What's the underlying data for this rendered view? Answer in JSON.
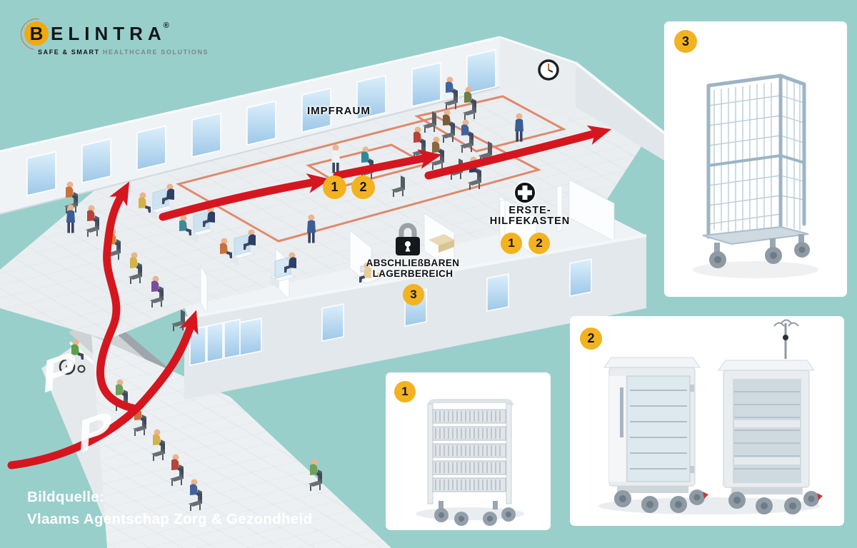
{
  "colors": {
    "background": "#98cfcb",
    "arrow_red": "#d6161f",
    "badge_yellow": "#f3b220",
    "zone_outline_orange": "#df7f5e"
  },
  "logo": {
    "letter_b": "B",
    "wordmark_rest": "ELINTRA",
    "registered": "®",
    "tagline_bold": "SAFE & SMART",
    "tagline_rest": "HEALTHCARE SOLUTIONS"
  },
  "floorplan": {
    "impfraum_label": "IMPFRAUM",
    "impfraum_badges": [
      "1",
      "2"
    ],
    "first_aid": {
      "icon": "first-aid-cross-icon",
      "line1": "ERSTE-",
      "line2": "HILFEKASTEN",
      "badges": [
        "1",
        "2"
      ]
    },
    "storage": {
      "icon": "padlock-icon",
      "line1": "ABSCHLIEßBAREN",
      "line2": "LAGERBEREICH",
      "badge": "3"
    },
    "parking_letter": "P",
    "wall_clock_icon": "wall-clock-icon"
  },
  "product_cards": {
    "roll_container": {
      "badge": "3",
      "depicts": "wire mesh roll container on casters"
    },
    "basket_trolley": {
      "badge": "1",
      "depicts": "open trolley with wire baskets"
    },
    "supply_carts": {
      "badge": "2",
      "depicts": "two medical supply carts, one with IV pole"
    }
  },
  "credit": {
    "line1": "Bildquelle:",
    "line2": "Vlaams Agentschap Zorg & Gezondheid"
  }
}
